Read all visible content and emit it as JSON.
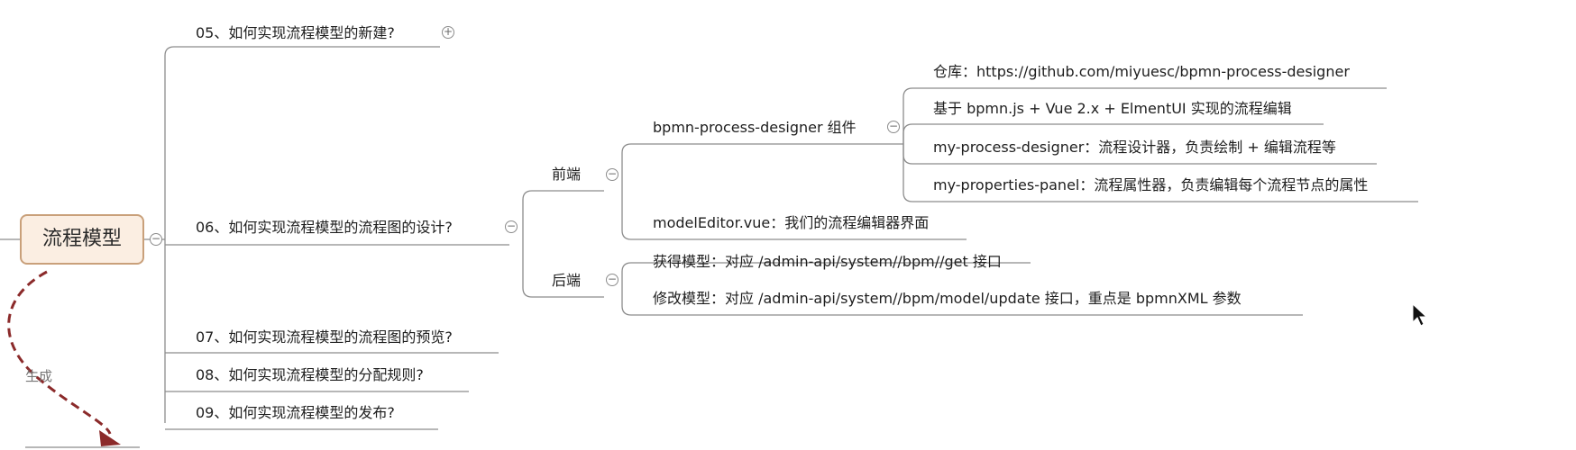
{
  "root": {
    "label": "流程模型"
  },
  "relation": {
    "label": "生成"
  },
  "topics": [
    {
      "label": "05、如何实现流程模型的新建?",
      "toggle": "+"
    },
    {
      "label": "06、如何实现流程模型的流程图的设计?",
      "toggle": "−"
    },
    {
      "label": "07、如何实现流程模型的流程图的预览?"
    },
    {
      "label": "08、如何实现流程模型的分配规则?"
    },
    {
      "label": "09、如何实现流程模型的发布?"
    }
  ],
  "frontend": {
    "label": "前端",
    "toggle": "−",
    "designer": {
      "label": "bpmn-process-designer 组件",
      "toggle": "−",
      "items": [
        "仓库：https://github.com/miyuesc/bpmn-process-designer",
        "基于 bpmn.js + Vue 2.x + ElmentUI 实现的流程编辑",
        "my-process-designer：流程设计器，负责绘制 + 编辑流程等",
        "my-properties-panel：流程属性器，负责编辑每个流程节点的属性"
      ]
    },
    "editor": {
      "label": "modelEditor.vue：我们的流程编辑器界面"
    }
  },
  "backend": {
    "label": "后端",
    "toggle": "−",
    "items": [
      "获得模型：对应 /admin-api/system//bpm//get 接口",
      "修改模型：对应 /admin-api/system//bpm/model/update 接口，重点是 bpmnXML 参数"
    ]
  },
  "colors": {
    "line": "#8c8c8c",
    "root_border": "#c9a07a",
    "root_fill": "#fbeee2",
    "relation": "#8b2a2a"
  }
}
